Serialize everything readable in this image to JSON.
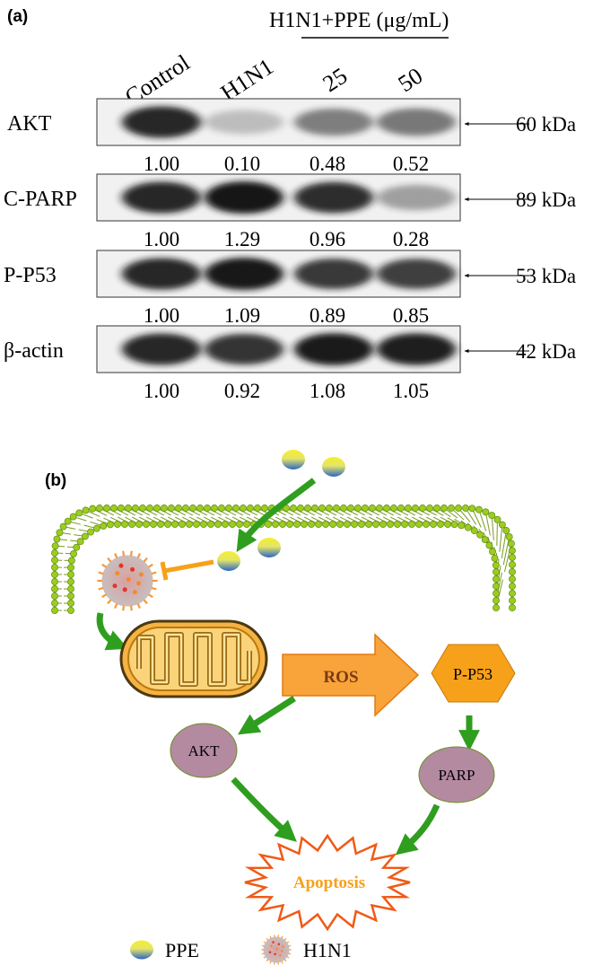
{
  "panel_a": {
    "label": "(a)",
    "treatment_header": "H1N1+PPE (μg/mL)",
    "lanes": [
      "Control",
      "H1N1",
      "25",
      "50"
    ],
    "blots": [
      {
        "protein": "AKT",
        "size": "60 kDa",
        "values": [
          "1.00",
          "0.10",
          "0.48",
          "0.52"
        ],
        "intensity": [
          1.0,
          0.1,
          0.48,
          0.52
        ]
      },
      {
        "protein": "C-PARP",
        "size": "89 kDa",
        "values": [
          "1.00",
          "1.29",
          "0.96",
          "0.28"
        ],
        "intensity": [
          1.0,
          1.29,
          0.96,
          0.28
        ]
      },
      {
        "protein": "P-P53",
        "size": "53 kDa",
        "values": [
          "1.00",
          "1.09",
          "0.89",
          "0.85"
        ],
        "intensity": [
          1.0,
          1.09,
          0.89,
          0.85
        ]
      },
      {
        "protein": "β-actin",
        "size": "42 kDa",
        "values": [
          "1.00",
          "0.92",
          "1.08",
          "1.05"
        ],
        "intensity": [
          1.0,
          0.92,
          1.08,
          1.05
        ]
      }
    ]
  },
  "panel_b": {
    "label": "(b)",
    "ros": "ROS",
    "p53": "P-P53",
    "akt": "AKT",
    "parp": "PARP",
    "apoptosis": "Apoptosis",
    "legend": {
      "ppe": "PPE",
      "h1n1": "H1N1"
    },
    "colors": {
      "arrow_green": "#2f9e1f",
      "inhibit_orange": "#f7a11a",
      "ros_arrow": "#f9a33b",
      "p53_fill": "#f7a11a",
      "node_fill": "#b48aa0",
      "mito_fill": "#f7b244",
      "membrane_green": "#9ccc20",
      "apoptosis_text": "#f7a11a",
      "apoptosis_stroke": "#f05a16"
    }
  }
}
